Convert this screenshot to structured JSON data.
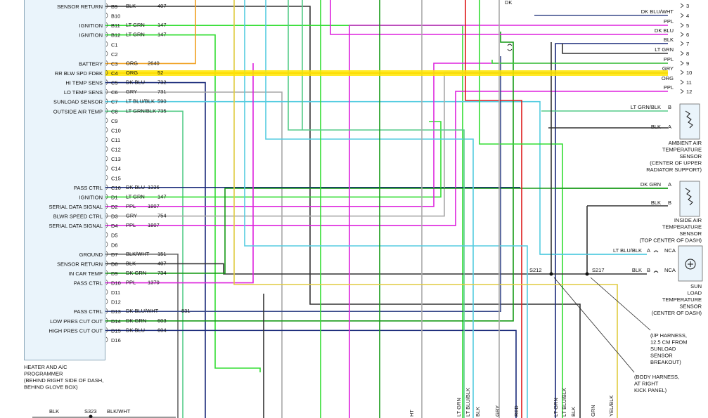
{
  "colors": {
    "BLK": "#333333",
    "LT GRN": "#33dd33",
    "DK GRN": "#169a16",
    "ORG": "#f0a020",
    "DK BLU": "#1a2a7a",
    "GRY": "#a8a8a8",
    "LT BLU/BLK": "#55cce0",
    "LT GRN/BLK": "#55cc88",
    "PPL": "#dd22dd",
    "BLK/WHT": "#666666",
    "DK BLU/WHT": "#3a4a8a",
    "RED": "#dd1a1a",
    "YEL/BLK": "#e0cc40",
    "HILITE": "#ffe600"
  },
  "programmer": {
    "label": [
      "HEATER AND A/C",
      "PROGRAMMER",
      "(BEHIND RIGHT SIDE OF DASH,",
      "BEHIND GLOVE BOX)"
    ],
    "pins": [
      {
        "pin": "B9",
        "func": "SENSOR RETURN",
        "wire": "BLK",
        "circuit": "407"
      },
      {
        "pin": "B10",
        "func": "",
        "wire": "",
        "circuit": ""
      },
      {
        "pin": "B11",
        "func": "IGNITION",
        "wire": "LT GRN",
        "circuit": "147"
      },
      {
        "pin": "B12",
        "func": "IGNITION",
        "wire": "LT GRN",
        "circuit": "147"
      },
      {
        "pin": "C1",
        "func": "",
        "wire": "",
        "circuit": ""
      },
      {
        "pin": "C2",
        "func": "",
        "wire": "",
        "circuit": ""
      },
      {
        "pin": "C3",
        "func": "BATTERY",
        "wire": "ORG",
        "circuit": "2640"
      },
      {
        "pin": "C4",
        "func": "RR BLW SPD FDBK",
        "wire": "ORG",
        "circuit": "52"
      },
      {
        "pin": "C5",
        "func": "HI TEMP SENS",
        "wire": "DK BLU",
        "circuit": "732"
      },
      {
        "pin": "C6",
        "func": "LO TEMP SENS",
        "wire": "GRY",
        "circuit": "731"
      },
      {
        "pin": "C7",
        "func": "SUNLOAD SENSOR",
        "wire": "LT BLU/BLK",
        "circuit": "590"
      },
      {
        "pin": "C8",
        "func": "OUTSIDE AIR TEMP",
        "wire": "LT GRN/BLK",
        "circuit": "735"
      },
      {
        "pin": "C9",
        "func": "",
        "wire": "",
        "circuit": ""
      },
      {
        "pin": "C10",
        "func": "",
        "wire": "",
        "circuit": ""
      },
      {
        "pin": "C11",
        "func": "",
        "wire": "",
        "circuit": ""
      },
      {
        "pin": "C12",
        "func": "",
        "wire": "",
        "circuit": ""
      },
      {
        "pin": "C13",
        "func": "",
        "wire": "",
        "circuit": ""
      },
      {
        "pin": "C14",
        "func": "",
        "wire": "",
        "circuit": ""
      },
      {
        "pin": "C15",
        "func": "",
        "wire": "",
        "circuit": ""
      },
      {
        "pin": "C16",
        "func": "PASS CTRL",
        "wire": "DK BLU",
        "circuit": "1336"
      },
      {
        "pin": "D1",
        "func": "IGNITION",
        "wire": "LT GRN",
        "circuit": "147"
      },
      {
        "pin": "D2",
        "func": "SERIAL DATA SIGNAL",
        "wire": "PPL",
        "circuit": "1807"
      },
      {
        "pin": "D3",
        "func": "BLWR SPEED CTRL",
        "wire": "GRY",
        "circuit": "754"
      },
      {
        "pin": "D4",
        "func": "SERIAL DATA SIGNAL",
        "wire": "PPL",
        "circuit": "1807"
      },
      {
        "pin": "D5",
        "func": "",
        "wire": "",
        "circuit": ""
      },
      {
        "pin": "D6",
        "func": "",
        "wire": "",
        "circuit": ""
      },
      {
        "pin": "D7",
        "func": "GROUND",
        "wire": "BLK/WHT",
        "circuit": "151"
      },
      {
        "pin": "D8",
        "func": "SENSOR RETURN",
        "wire": "BLK",
        "circuit": "407"
      },
      {
        "pin": "D9",
        "func": "IN CAR TEMP",
        "wire": "DK GRN",
        "circuit": "734"
      },
      {
        "pin": "D10",
        "func": "PASS CTRL",
        "wire": "PPL",
        "circuit": "1370"
      },
      {
        "pin": "D11",
        "func": "",
        "wire": "",
        "circuit": ""
      },
      {
        "pin": "D12",
        "func": "",
        "wire": "",
        "circuit": ""
      },
      {
        "pin": "D13",
        "func": "PASS CTRL",
        "wire": "DK BLU/WHT",
        "circuit": "831"
      },
      {
        "pin": "D14",
        "func": "LOW PRES CUT OUT",
        "wire": "DK GRN",
        "circuit": "603"
      },
      {
        "pin": "D15",
        "func": "HIGH PRES CUT OUT",
        "wire": "DK BLU",
        "circuit": "604"
      },
      {
        "pin": "D16",
        "func": "",
        "wire": "",
        "circuit": ""
      }
    ]
  },
  "connector": {
    "pins": [
      {
        "num": "3",
        "wire": ""
      },
      {
        "num": "4",
        "wire": "DK BLU/WHT"
      },
      {
        "num": "5",
        "wire": "PPL"
      },
      {
        "num": "6",
        "wire": "DK BLU"
      },
      {
        "num": "7",
        "wire": "BLK"
      },
      {
        "num": "8",
        "wire": "LT GRN"
      },
      {
        "num": "9",
        "wire": "PPL"
      },
      {
        "num": "10",
        "wire": "GRY"
      },
      {
        "num": "11",
        "wire": "ORG"
      },
      {
        "num": "12",
        "wire": "PPL"
      }
    ],
    "top_label": "DK"
  },
  "sensors": {
    "ambient": {
      "label": [
        "AMBIENT AIR",
        "TEMPERATURE",
        "SENSOR",
        "(CENTER OF UPPER",
        "RADIATOR SUPPORT)"
      ],
      "pins": [
        {
          "wire": "LT GRN/BLK",
          "pin": "B"
        },
        {
          "wire": "BLK",
          "pin": "A"
        }
      ]
    },
    "inside": {
      "label": [
        "INSIDE AIR",
        "TEMPERATURE",
        "SENSOR",
        "(TOP CENTER OF DASH)"
      ],
      "pins": [
        {
          "wire": "DK GRN",
          "pin": "A"
        },
        {
          "wire": "BLK",
          "pin": "B"
        }
      ]
    },
    "sun": {
      "label": [
        "SUN",
        "LOAD",
        "TEMPERATURE",
        "SENSOR",
        "(CENTER OF DASH)"
      ],
      "pins": [
        {
          "wire": "LT BLU/BLK",
          "pin": "A",
          "tag": "NCA"
        },
        {
          "wire": "BLK",
          "pin": "B",
          "tag": "NCA"
        }
      ]
    }
  },
  "splices": {
    "s212": "S212",
    "s217": "S217",
    "s323": "S323",
    "s217_note": [
      "(I/P HARNESS,",
      "12.5 CM FROM",
      "SUNLOAD",
      "SENSOR",
      "BREAKOUT)"
    ],
    "s212_note": [
      "(BODY HARNESS,",
      "AT RIGHT",
      "KICK PANEL)"
    ],
    "s323_left": "BLK",
    "s323_right": "BLK/WHT"
  },
  "bottom_labels": [
    "HT",
    "LT GRN",
    "LT BLU/BLK",
    "BLK",
    "GRY",
    "RED",
    "LT GRN",
    "LT BLU/BLK",
    "BLK",
    "GRN",
    "YEL/BLK"
  ]
}
